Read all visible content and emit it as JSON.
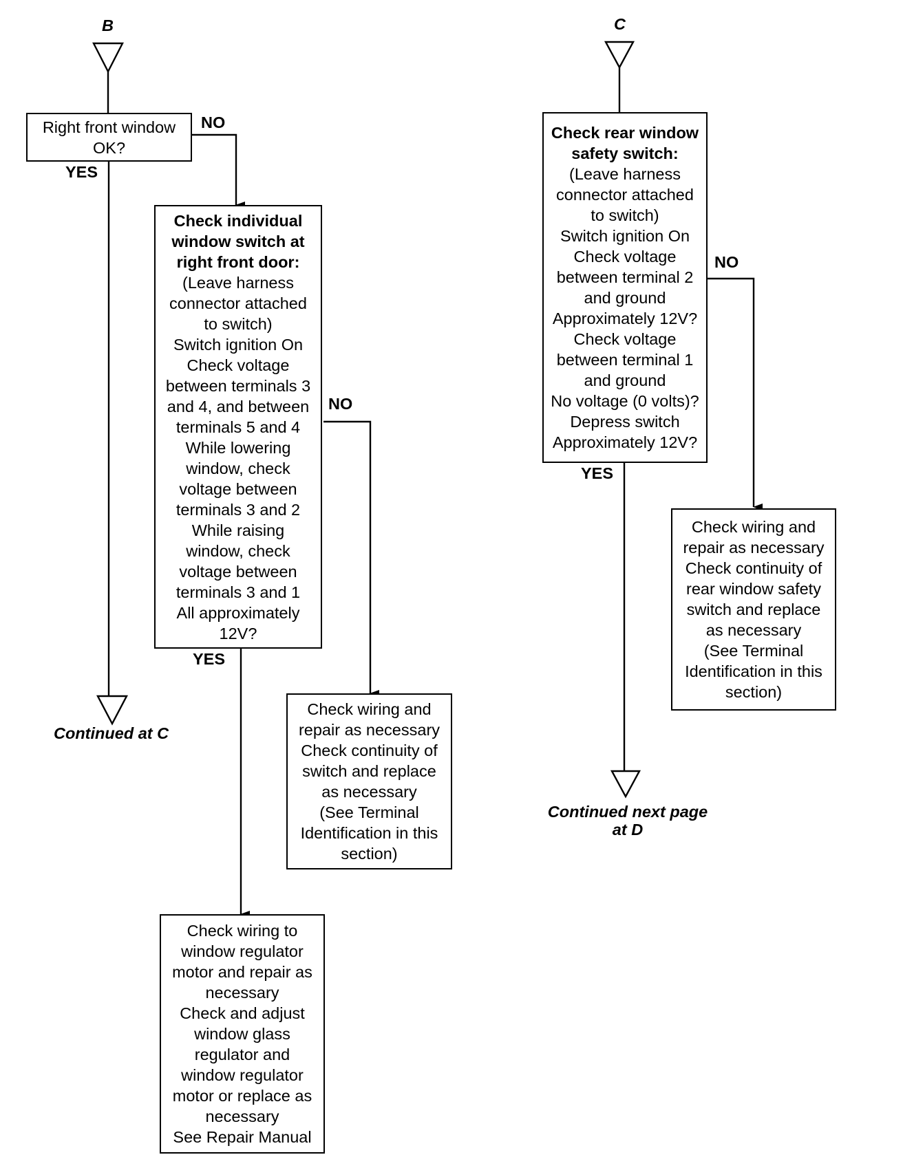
{
  "connectors": {
    "B": "B",
    "C": "C",
    "continued_at_c": "Continued at C",
    "continued_next_page": [
      "Continued next page",
      "at D"
    ]
  },
  "labels": {
    "yes": "YES",
    "no": "NO"
  },
  "boxes": {
    "right_front_ok": {
      "lines": [
        "Right front window",
        "OK?"
      ]
    },
    "check_individual_switch": {
      "bold_lines": [
        "Check individual",
        "window switch at",
        "right front door:"
      ],
      "lines": [
        "(Leave harness",
        "connector attached",
        "to switch)",
        "Switch ignition On",
        "Check voltage",
        "between terminals 3",
        "and 4, and between",
        "terminals 5 and 4",
        "While lowering",
        "window, check",
        "voltage between",
        "terminals 3 and 2",
        "While raising",
        "window, check",
        "voltage between",
        "terminals 3 and 1",
        "All approximately",
        "12V?"
      ]
    },
    "wiring_switch_repair": {
      "lines": [
        "Check wiring and",
        "repair as necessary",
        "Check continuity of",
        "switch and replace",
        "as necessary",
        "(See Terminal",
        "Identification in this",
        "section)"
      ]
    },
    "wiring_regulator_motor": {
      "lines": [
        "Check wiring to",
        "window regulator",
        "motor and repair as",
        "necessary",
        "Check and adjust",
        "window glass",
        "regulator and",
        "window regulator",
        "motor or replace as",
        "necessary",
        "See Repair Manual"
      ]
    },
    "check_rear_safety_switch": {
      "bold_lines": [
        "Check rear window",
        "safety switch:"
      ],
      "lines": [
        "(Leave harness",
        "connector attached",
        "to switch)",
        "Switch ignition On",
        "Check voltage",
        "between terminal 2",
        "and ground",
        "Approximately 12V?",
        "Check voltage",
        "between terminal 1",
        "and ground",
        "No voltage (0 volts)?",
        "Depress switch",
        "Approximately 12V?"
      ]
    },
    "wiring_safety_switch_repair": {
      "lines": [
        "Check wiring and",
        "repair as necessary",
        "Check continuity of",
        "rear window safety",
        "switch and replace",
        "as necessary",
        "(See Terminal",
        "Identification in this",
        "section)"
      ]
    }
  }
}
